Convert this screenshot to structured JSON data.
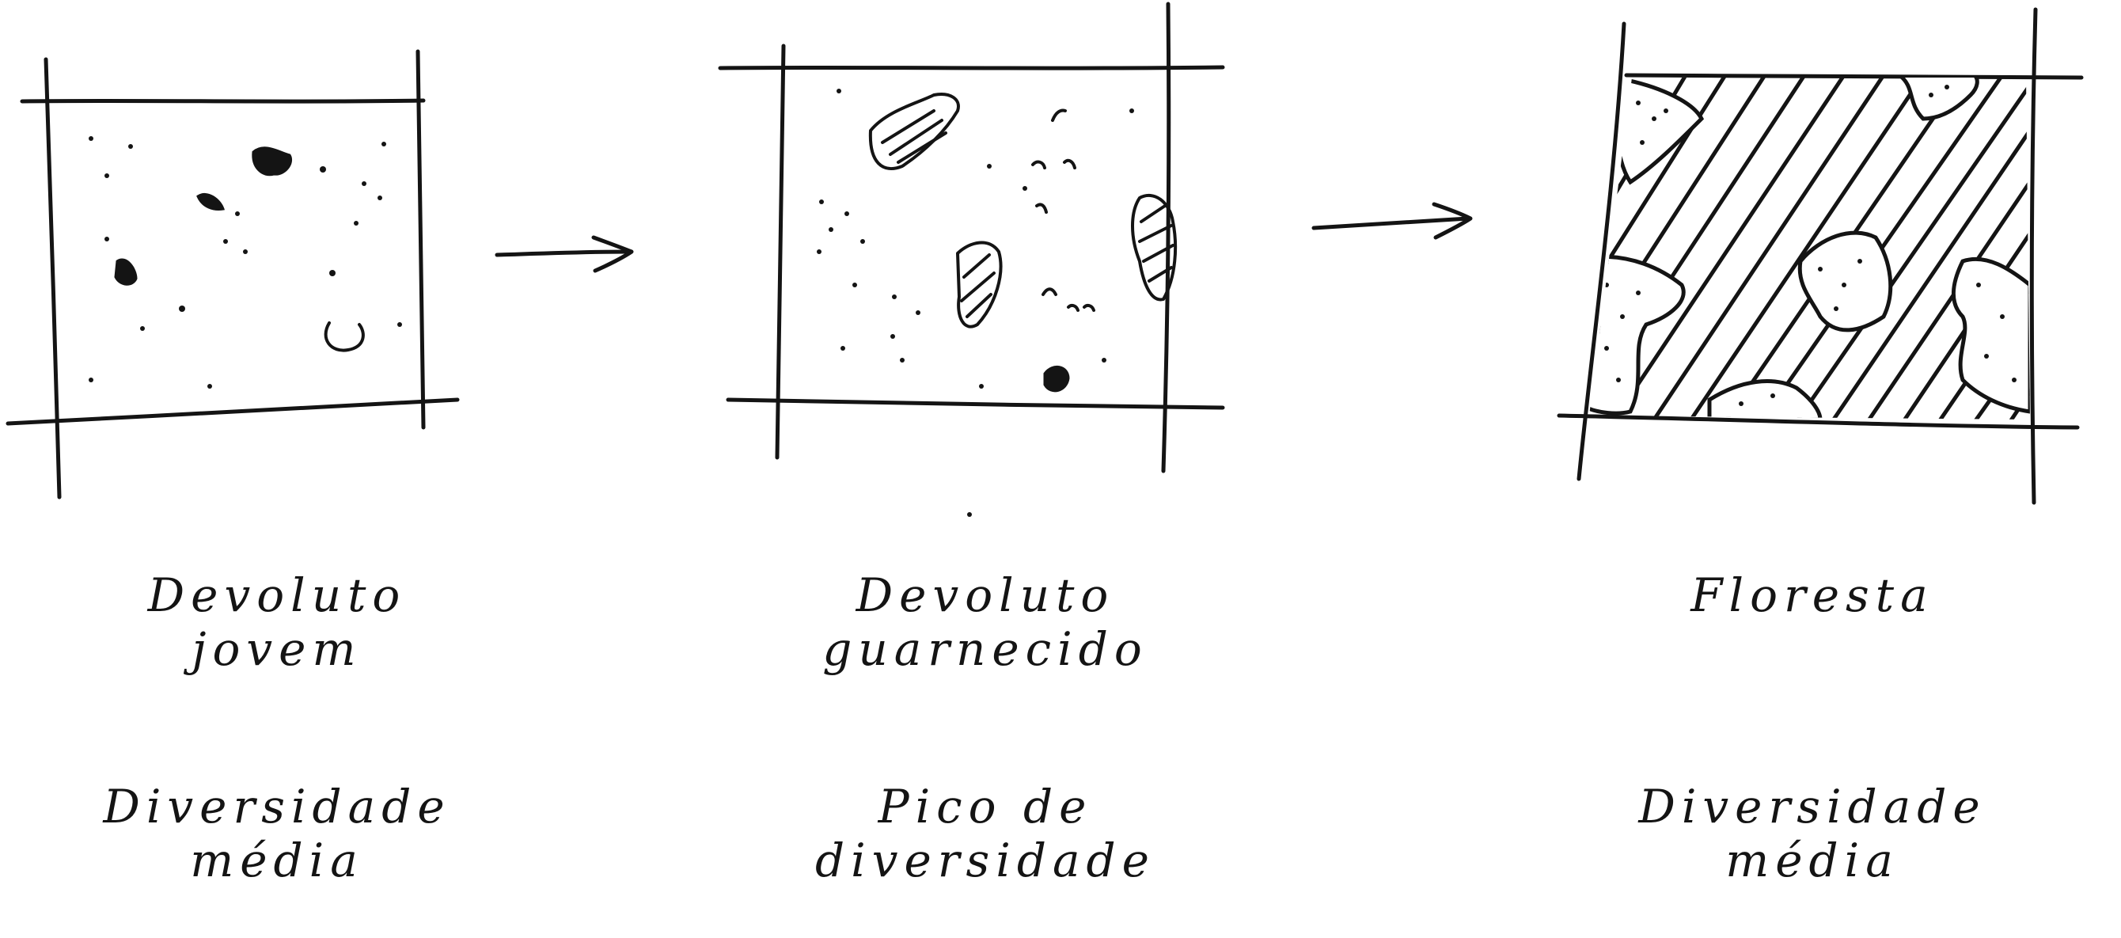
{
  "colors": {
    "ink": "#141414",
    "paper": "#ffffff"
  },
  "stages": [
    {
      "name": [
        "Devoluto",
        "jovem"
      ],
      "diversity": [
        "Diversidade",
        "média"
      ]
    },
    {
      "name": [
        "Devoluto",
        "guarnecido"
      ],
      "diversity": [
        "Pico de",
        "diversidade"
      ]
    },
    {
      "name": [
        "Floresta"
      ],
      "diversity": [
        "Diversidade",
        "média"
      ]
    }
  ]
}
